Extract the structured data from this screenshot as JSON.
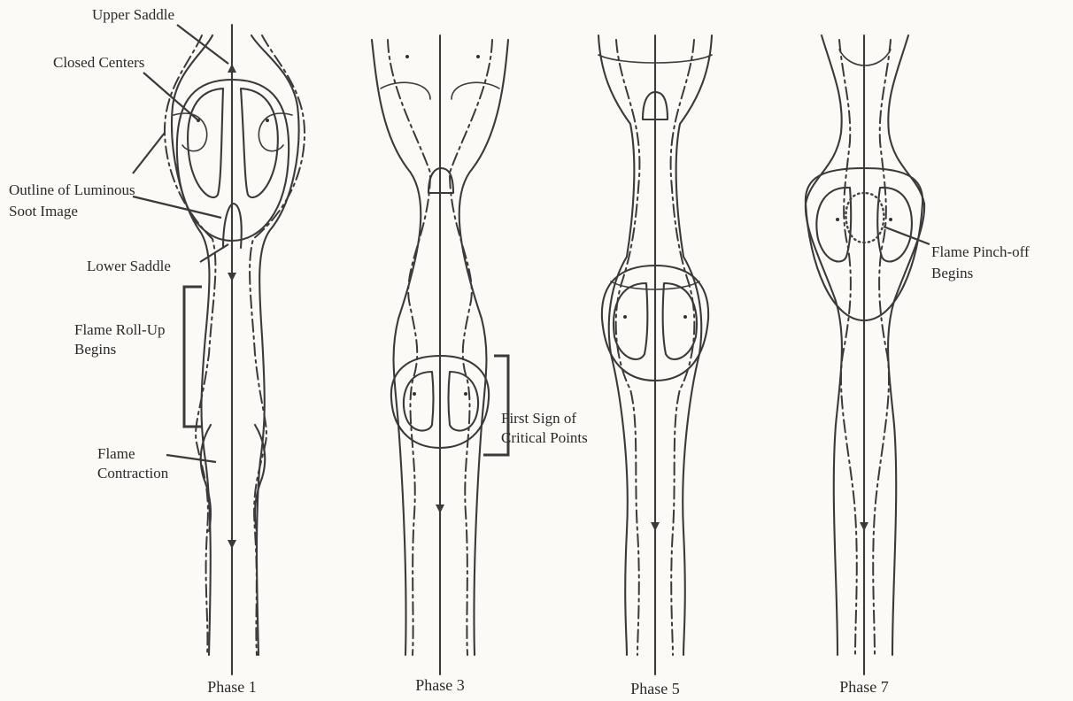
{
  "labels": {
    "upper_saddle": "Upper Saddle",
    "closed_centers": "Closed Centers",
    "outline_line1": "Outline of Luminous",
    "outline_line2": "Soot Image",
    "lower_saddle": "Lower Saddle",
    "rollup_line1": "Flame Roll-Up",
    "rollup_line2": "Begins",
    "contraction_line1": "Flame",
    "contraction_line2": "Contraction",
    "critical_line1": "First Sign of",
    "critical_line2": "Critical Points",
    "pinch_line1": "Flame Pinch-off",
    "pinch_line2": "Begins"
  },
  "panels": [
    {
      "caption": "Phase 1"
    },
    {
      "caption": "Phase 3"
    },
    {
      "caption": "Phase 5"
    },
    {
      "caption": "Phase 7"
    }
  ],
  "colors": {
    "line": "#3a3a3a",
    "background": "#fbfaf7"
  }
}
